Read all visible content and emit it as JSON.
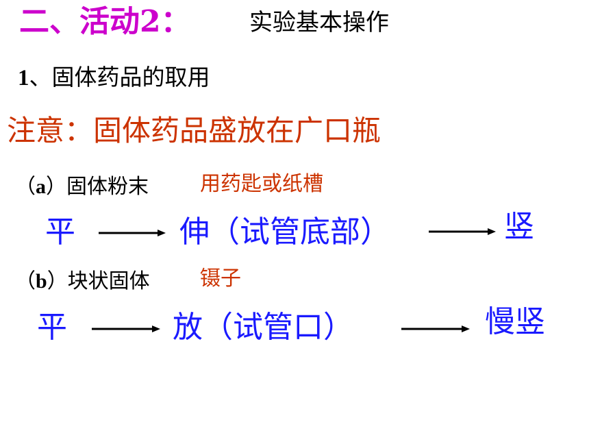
{
  "title": {
    "main": "二、活动2：",
    "sub": "实验基本操作"
  },
  "section1": {
    "number": "1",
    "text": "、固体药品的取用"
  },
  "note": "注意：固体药品盛放在广口瓶",
  "powder": {
    "label_open": "（",
    "label_letter": "a",
    "label_rest": "）固体粉末",
    "tool": "用药匙或纸槽",
    "steps": [
      "平",
      "伸（试管底部）",
      "竖"
    ]
  },
  "block": {
    "label_open": "（",
    "label_letter": "b",
    "label_rest": "）块状固体",
    "tool": "镊子",
    "steps": [
      "平",
      "放（试管口）",
      "慢竖"
    ]
  },
  "colors": {
    "title": "#cc00cc",
    "note": "#cc3300",
    "tool": "#cc3300",
    "step": "#1a1aff",
    "text": "#000000"
  }
}
